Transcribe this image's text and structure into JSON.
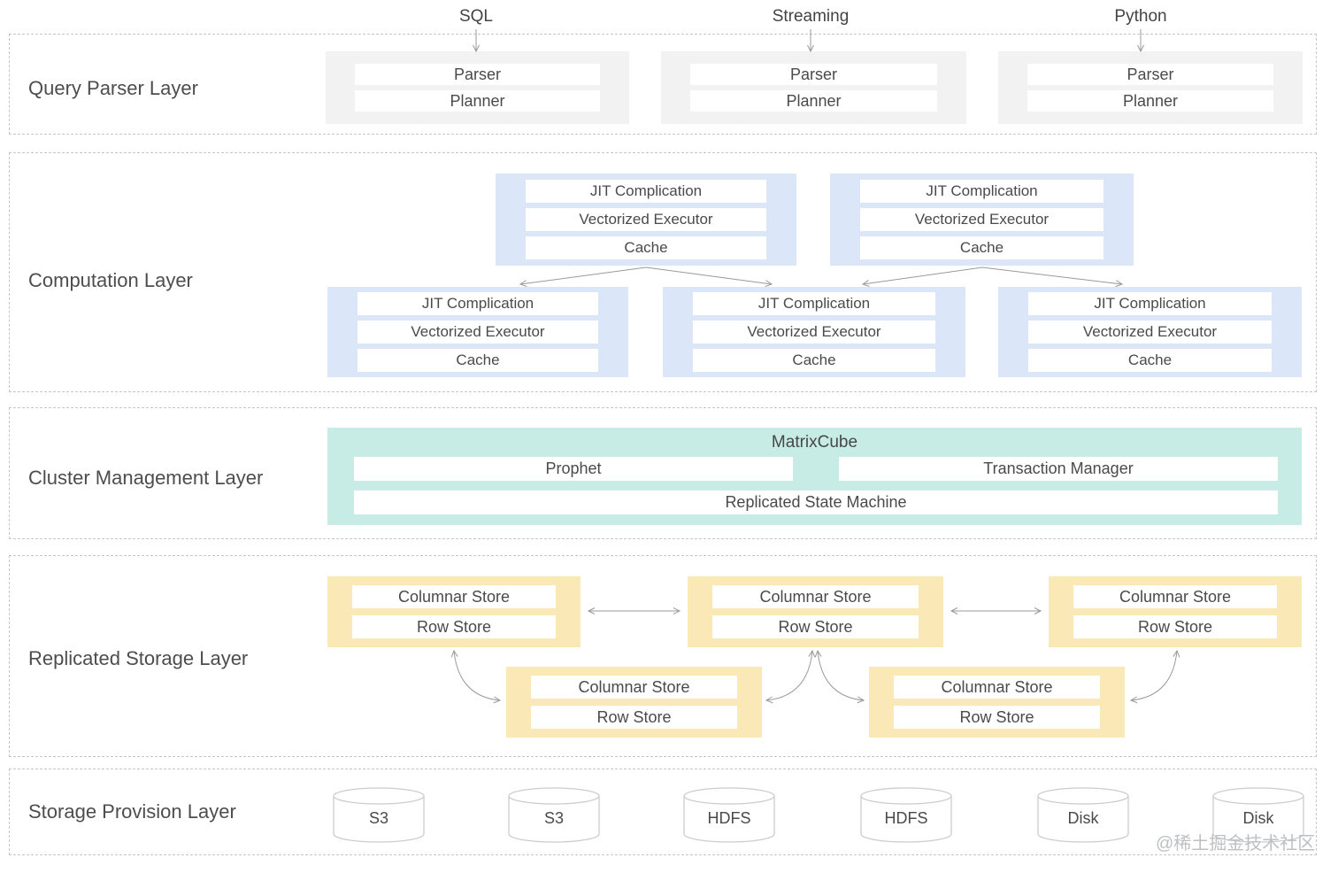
{
  "inputs": [
    {
      "label": "SQL"
    },
    {
      "label": "Streaming"
    },
    {
      "label": "Python"
    }
  ],
  "layers": {
    "query_parser": {
      "label": "Query Parser Layer",
      "boxes": [
        {
          "rows": [
            "Parser",
            "Planner"
          ]
        },
        {
          "rows": [
            "Parser",
            "Planner"
          ]
        },
        {
          "rows": [
            "Parser",
            "Planner"
          ]
        }
      ]
    },
    "computation": {
      "label": "Computation Layer",
      "top_boxes": [
        {
          "rows": [
            "JIT Complication",
            "Vectorized Executor",
            "Cache"
          ]
        },
        {
          "rows": [
            "JIT Complication",
            "Vectorized Executor",
            "Cache"
          ]
        }
      ],
      "bottom_boxes": [
        {
          "rows": [
            "JIT Complication",
            "Vectorized Executor",
            "Cache"
          ]
        },
        {
          "rows": [
            "JIT Complication",
            "Vectorized Executor",
            "Cache"
          ]
        },
        {
          "rows": [
            "JIT Complication",
            "Vectorized Executor",
            "Cache"
          ]
        }
      ]
    },
    "cluster_management": {
      "label": "Cluster Management Layer",
      "container_title": "MatrixCube",
      "sub_boxes": [
        "Prophet",
        "Transaction Manager"
      ],
      "wide_box": "Replicated State Machine"
    },
    "replicated_storage": {
      "label": "Replicated Storage Layer",
      "top_boxes": [
        {
          "rows": [
            "Columnar Store",
            "Row Store"
          ]
        },
        {
          "rows": [
            "Columnar Store",
            "Row Store"
          ]
        },
        {
          "rows": [
            "Columnar Store",
            "Row Store"
          ]
        }
      ],
      "bottom_boxes": [
        {
          "rows": [
            "Columnar Store",
            "Row Store"
          ]
        },
        {
          "rows": [
            "Columnar Store",
            "Row Store"
          ]
        }
      ]
    },
    "storage_provision": {
      "label": "Storage Provision Layer",
      "cylinders": [
        "S3",
        "S3",
        "HDFS",
        "HDFS",
        "Disk",
        "Disk"
      ]
    }
  },
  "watermark": {
    "text": "@稀土掘金技术社区"
  },
  "colors": {
    "parser_box_bg": "#f2f2f2",
    "computation_box_bg": "#dbe7f8",
    "cluster_box_bg": "#c6ece5",
    "storage_box_bg": "#fae8b6",
    "inner_row_bg": "#ffffff",
    "layer_border": "#c6c6c6",
    "arrow": "#999999",
    "text": "#4a4a4a",
    "watermark": "#bdc0c3"
  }
}
